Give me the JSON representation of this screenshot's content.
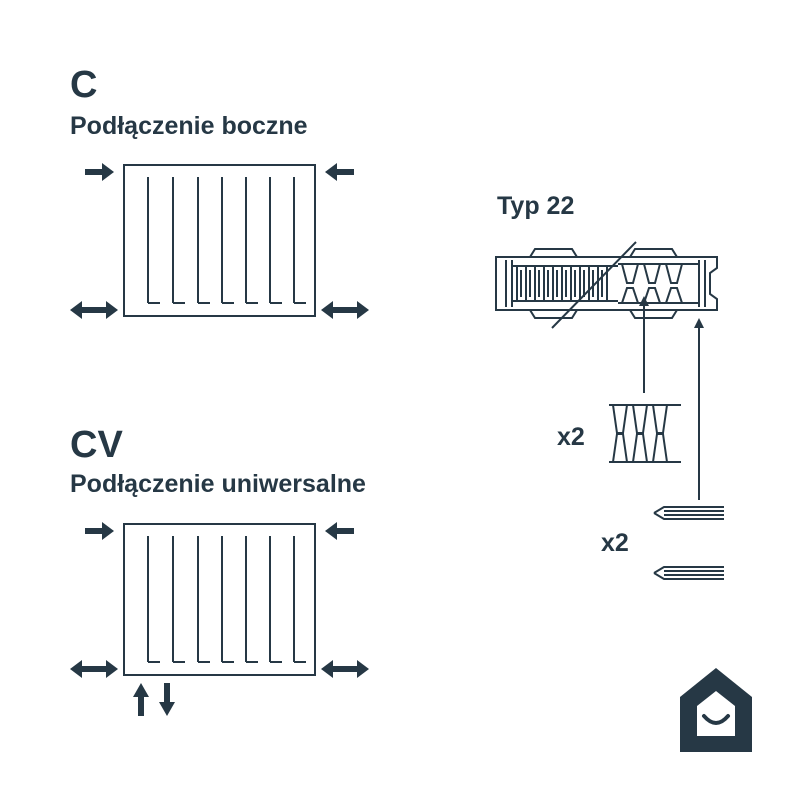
{
  "colors": {
    "ink": "#263845",
    "background": "#ffffff"
  },
  "section_c": {
    "code": "C",
    "title": "Podłączenie boczne"
  },
  "section_cv": {
    "code": "CV",
    "title": "Podłączenie uniwersalne"
  },
  "detail": {
    "type_label": "Typ 22",
    "brackets_qty": "x2",
    "screws_qty": "x2"
  },
  "logo": {
    "icon": "house-smile-icon"
  }
}
